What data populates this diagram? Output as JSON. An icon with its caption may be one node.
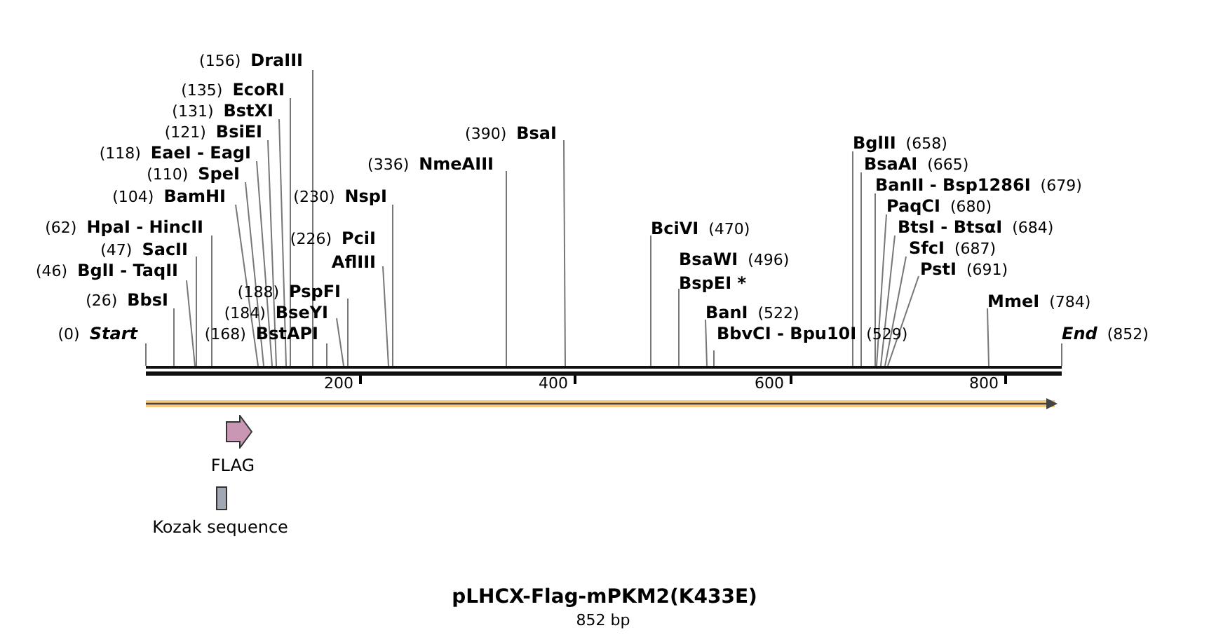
{
  "diagram": {
    "title": "pLHCX-Flag-mPKM2(K433E)",
    "nodes": [
      {
        "text": [
          "(156)",
          "DraIII"
        ]
      },
      {
        "text": [
          "(135)",
          "EcoRI"
        ]
      },
      {
        "text": [
          "(131)",
          "BstXI"
        ]
      },
      {
        "text": [
          "(121)",
          "BsiEI"
        ]
      },
      {
        "text": [
          "(118)",
          "EaeI - EagI"
        ]
      },
      {
        "text": [
          "(110)",
          "SpeI"
        ]
      },
      {
        "text": [
          "(104)",
          "BamHI"
        ]
      },
      {
        "text": [
          "(62)",
          "HpaI - HincII"
        ]
      },
      {
        "text": [
          "(47)",
          "SacII"
        ]
      },
      {
        "text": [
          "(46)",
          "BglI - TaqII"
        ]
      },
      {
        "text": [
          "(26)",
          "BbsI"
        ]
      },
      {
        "text": [
          "(0)",
          "Start"
        ]
      },
      {
        "text": [
          "(230)",
          "NspI"
        ]
      },
      {
        "text": [
          "(226)",
          "PciI",
          "AflIII"
        ]
      },
      {
        "text": [
          "(188)",
          "PspFI"
        ]
      },
      {
        "text": [
          "(184)",
          "BseYI"
        ]
      },
      {
        "text": [
          "(168)",
          "BstAPI"
        ]
      },
      {
        "text": [
          "(336)",
          "NmeAIII"
        ]
      },
      {
        "text": [
          "(390)",
          "BsaI"
        ]
      },
      {
        "text": [
          "BciVI",
          "(470)"
        ]
      },
      {
        "text": [
          "BsaWI",
          "(496)",
          "BspEI *"
        ]
      },
      {
        "text": [
          "BanI",
          "(522)"
        ]
      },
      {
        "text": [
          "BbvCI - Bpu10I",
          "(529)"
        ]
      },
      {
        "text": [
          "BglII",
          "(658)"
        ]
      },
      {
        "text": [
          "BsaAI",
          "(665)"
        ]
      },
      {
        "text": [
          "BanII - Bsp1286I",
          "(679)"
        ]
      },
      {
        "text": [
          "PaqCI",
          "(680)"
        ]
      },
      {
        "text": [
          "BtsI - BtsαI",
          "(684)"
        ]
      },
      {
        "text": [
          "SfcI",
          "(687)"
        ]
      },
      {
        "text": [
          "PstI",
          "(691)"
        ]
      },
      {
        "text": [
          "MmeI",
          "(784)"
        ]
      },
      {
        "text": [
          "End",
          "(852)"
        ]
      },
      {
        "text": [],
        "shape": "bar"
      },
      {
        "text": [
          "FLAG"
        ]
      },
      {
        "text": [
          "Kozak sequence"
        ]
      }
    ],
    "edges": [
      {
        "from": 0,
        "to": 32,
        "arrow": "none"
      },
      {
        "from": 1,
        "to": 32,
        "arrow": "none"
      },
      {
        "from": 2,
        "to": 32,
        "arrow": "none"
      },
      {
        "from": 3,
        "to": 32,
        "arrow": "none"
      },
      {
        "from": 4,
        "to": 32,
        "arrow": "none"
      },
      {
        "from": 5,
        "to": 32,
        "arrow": "none"
      },
      {
        "from": 6,
        "to": 32,
        "arrow": "none"
      },
      {
        "from": 7,
        "to": 32,
        "arrow": "none"
      },
      {
        "from": 8,
        "to": 32,
        "arrow": "none"
      },
      {
        "from": 9,
        "to": 32,
        "arrow": "none"
      },
      {
        "from": 10,
        "to": 32,
        "arrow": "none"
      },
      {
        "from": 11,
        "to": 32,
        "arrow": "none"
      },
      {
        "from": 12,
        "to": 32,
        "arrow": "none"
      },
      {
        "from": 13,
        "to": 32,
        "arrow": "none"
      },
      {
        "from": 14,
        "to": 32,
        "arrow": "none"
      },
      {
        "from": 15,
        "to": 32,
        "arrow": "none"
      },
      {
        "from": 16,
        "to": 32,
        "arrow": "none"
      },
      {
        "from": 17,
        "to": 32,
        "arrow": "none"
      },
      {
        "from": 18,
        "to": 32,
        "arrow": "none"
      },
      {
        "from": 19,
        "to": 32,
        "arrow": "none"
      },
      {
        "from": 20,
        "to": 32,
        "arrow": "none"
      },
      {
        "from": 21,
        "to": 32,
        "arrow": "none"
      },
      {
        "from": 22,
        "to": 32,
        "arrow": "none"
      },
      {
        "from": 23,
        "to": 32,
        "arrow": "none"
      },
      {
        "from": 24,
        "to": 32,
        "arrow": "none"
      },
      {
        "from": 25,
        "to": 32,
        "arrow": "none"
      },
      {
        "from": 26,
        "to": 32,
        "arrow": "none"
      },
      {
        "from": 27,
        "to": 32,
        "arrow": "none"
      },
      {
        "from": 28,
        "to": 32,
        "arrow": "none"
      },
      {
        "from": 29,
        "to": 32,
        "arrow": "none"
      },
      {
        "from": 30,
        "to": 32,
        "arrow": "none"
      },
      {
        "from": 31,
        "to": 32,
        "arrow": "none"
      }
    ],
    "labels": [
      "200",
      "400",
      "600",
      "800",
      "852 bp"
    ]
  }
}
